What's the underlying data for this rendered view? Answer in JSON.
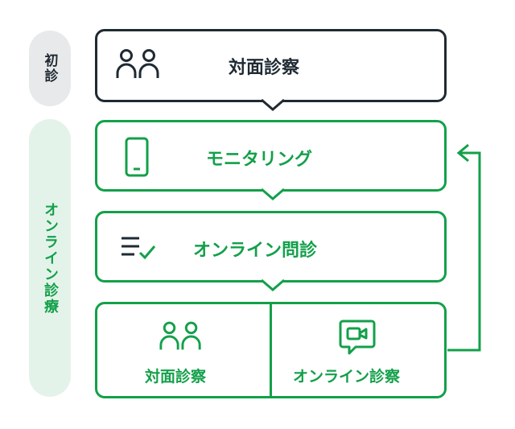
{
  "stages": {
    "first_visit": "初診",
    "online_care": "オンライン診療"
  },
  "steps": {
    "in_person_top": "対面診察",
    "monitoring": "モニタリング",
    "online_questionnaire": "オンライン問診",
    "in_person_bottom": "対面診察",
    "online_consultation": "オンライン診察"
  },
  "colors": {
    "dark": "#1f2a33",
    "green": "#13a04a",
    "first_pill_bg": "#e8e9ea",
    "online_pill_bg": "#e4f3ea"
  },
  "icons": {
    "in_person": "people-icon",
    "monitoring": "smartphone-icon",
    "questionnaire": "checklist-icon",
    "video": "video-chat-icon"
  }
}
